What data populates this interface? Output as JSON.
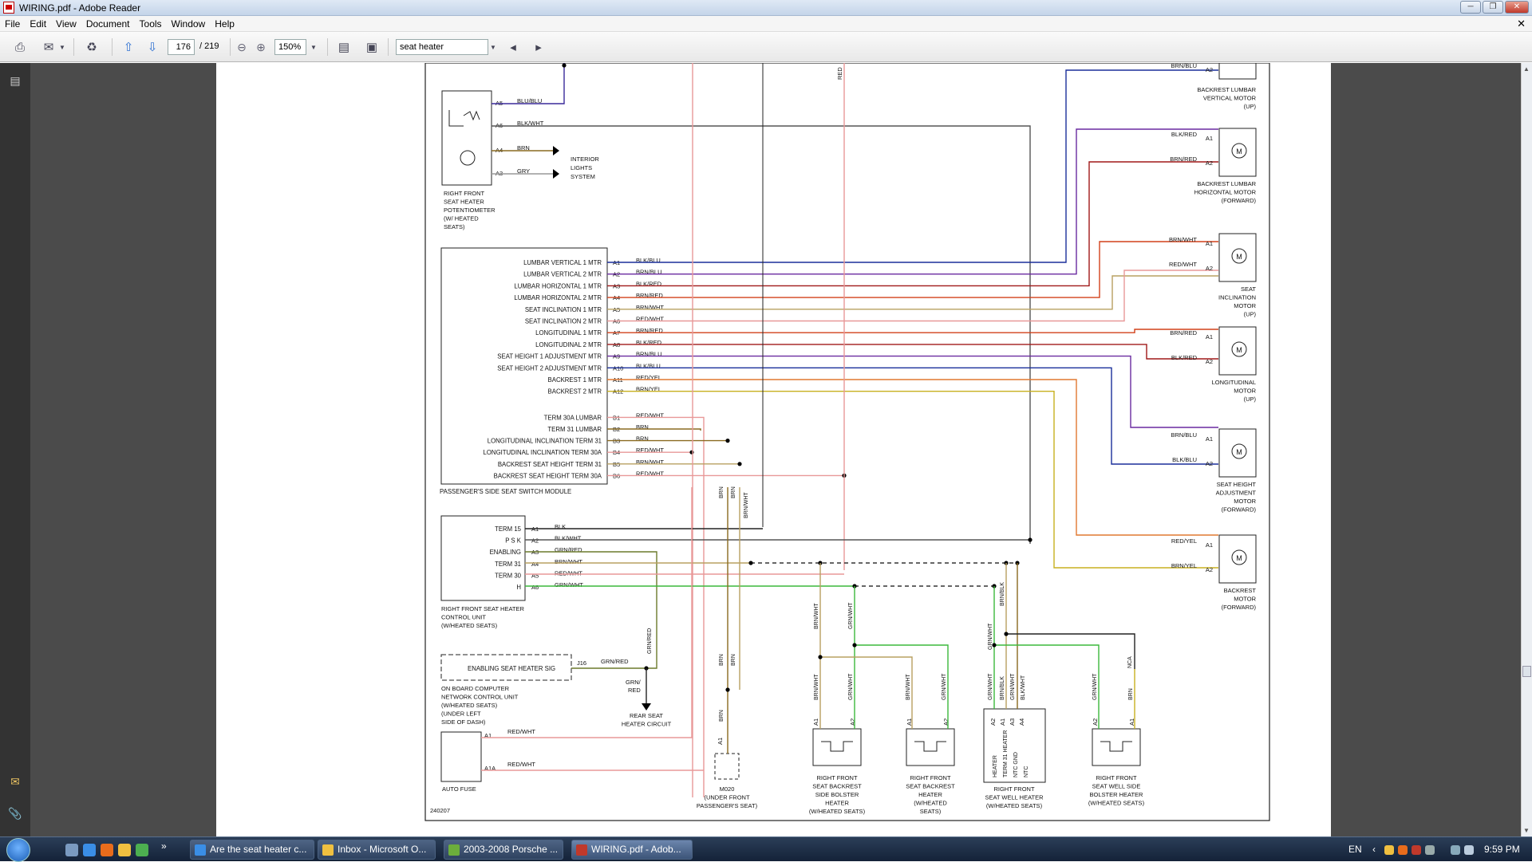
{
  "window": {
    "title": "WIRING.pdf - Adobe Reader"
  },
  "menu": [
    "File",
    "Edit",
    "View",
    "Document",
    "Tools",
    "Window",
    "Help"
  ],
  "toolbar": {
    "page_current": "176",
    "page_total": "/ 219",
    "zoom": "150%",
    "search": "seat heater"
  },
  "diagram": {
    "potentiometer": {
      "pins": [
        {
          "pin": "A5",
          "wire": "BLU/BLU"
        },
        {
          "pin": "A6",
          "wire": "BLK/WHT"
        },
        {
          "pin": "A4",
          "wire": "BRN"
        },
        {
          "pin": "A3",
          "wire": "GRY"
        }
      ],
      "interior": [
        "INTERIOR",
        "LIGHTS",
        "SYSTEM"
      ],
      "label": [
        "RIGHT FRONT",
        "SEAT HEATER",
        "POTENTIOMETER",
        "(W/ HEATED",
        "SEATS)"
      ]
    },
    "switch_module": {
      "label": "PASSENGER'S SIDE SEAT SWITCH MODULE",
      "rows": [
        {
          "name": "LUMBAR VERTICAL 1 MTR",
          "pin": "A1",
          "wire": "BLK/BLU",
          "color": "#1a2f9a"
        },
        {
          "name": "LUMBAR VERTICAL 2 MTR",
          "pin": "A2",
          "wire": "BRN/BLU",
          "color": "#6a2aa0"
        },
        {
          "name": "LUMBAR HORIZONTAL 1 MTR",
          "pin": "A3",
          "wire": "BLK/RED",
          "color": "#a01818"
        },
        {
          "name": "LUMBAR HORIZONTAL 2 MTR",
          "pin": "A4",
          "wire": "BRN/RED",
          "color": "#d2401a"
        },
        {
          "name": "SEAT INCLINATION 1 MTR",
          "pin": "A5",
          "wire": "BRN/WHT",
          "color": "#b8a060"
        },
        {
          "name": "SEAT INCLINATION 2 MTR",
          "pin": "A6",
          "wire": "RED/WHT",
          "color": "#e89898"
        },
        {
          "name": "LONGITUDINAL 1 MTR",
          "pin": "A7",
          "wire": "BRN/RED",
          "color": "#d2401a"
        },
        {
          "name": "LONGITUDINAL 2 MTR",
          "pin": "A8",
          "wire": "BLK/RED",
          "color": "#a01818"
        },
        {
          "name": "SEAT HEIGHT 1 ADJUSTMENT MTR",
          "pin": "A9",
          "wire": "BRN/BLU",
          "color": "#6a2aa0"
        },
        {
          "name": "SEAT HEIGHT 2 ADJUSTMENT MTR",
          "pin": "A10",
          "wire": "BLK/BLU",
          "color": "#1a2f9a"
        },
        {
          "name": "BACKREST 1 MTR",
          "pin": "A11",
          "wire": "RED/YEL",
          "color": "#e07830"
        },
        {
          "name": "BACKREST 2 MTR",
          "pin": "A12",
          "wire": "BRN/YEL",
          "color": "#c8b020"
        },
        {
          "name": "TERM 30A LUMBAR",
          "pin": "B1",
          "wire": "RED/WHT",
          "color": "#e89898"
        },
        {
          "name": "TERM 31 LUMBAR",
          "pin": "B2",
          "wire": "BRN",
          "color": "#8a6a20"
        },
        {
          "name": "LONGITUDINAL INCLINATION TERM 31",
          "pin": "B3",
          "wire": "BRN",
          "color": "#8a6a20"
        },
        {
          "name": "LONGITUDINAL INCLINATION TERM 30A",
          "pin": "B4",
          "wire": "RED/WHT",
          "color": "#e89898"
        },
        {
          "name": "BACKREST SEAT HEIGHT TERM 31",
          "pin": "B5",
          "wire": "BRN/WHT",
          "color": "#b8a060"
        },
        {
          "name": "BACKREST SEAT HEIGHT TERM 30A",
          "pin": "B6",
          "wire": "RED/WHT",
          "color": "#e89898"
        }
      ]
    },
    "motors": [
      {
        "wires": [
          "BRN/BLU"
        ],
        "pins": [
          "A2"
        ],
        "label": [
          "BACKREST LUMBAR",
          "VERTICAL MOTOR",
          "(UP)"
        ]
      },
      {
        "wires": [
          "BLK/RED",
          "BRN/RED"
        ],
        "pins": [
          "A1",
          "A2"
        ],
        "label": [
          "BACKREST LUMBAR",
          "HORIZONTAL MOTOR",
          "(FORWARD)"
        ]
      },
      {
        "wires": [
          "BRN/WHT",
          "RED/WHT"
        ],
        "pins": [
          "A1",
          "A2"
        ],
        "label": [
          "SEAT",
          "INCLINATION",
          "MOTOR",
          "(UP)"
        ]
      },
      {
        "wires": [
          "BRN/RED",
          "BLK/RED"
        ],
        "pins": [
          "A1",
          "A2"
        ],
        "label": [
          "LONGITUDINAL",
          "MOTOR",
          "(UP)"
        ]
      },
      {
        "wires": [
          "BRN/BLU",
          "BLK/BLU"
        ],
        "pins": [
          "A1",
          "A2"
        ],
        "label": [
          "SEAT HEIGHT",
          "ADJUSTMENT",
          "MOTOR",
          "(FORWARD)"
        ]
      },
      {
        "wires": [
          "RED/YEL",
          "BRN/YEL"
        ],
        "pins": [
          "A1",
          "A2"
        ],
        "label": [
          "BACKREST",
          "MOTOR",
          "(FORWARD)"
        ]
      }
    ],
    "motor_symbol": "M",
    "red_top_label": "RED",
    "control_unit": {
      "rows": [
        {
          "name": "TERM 15",
          "pin": "A1",
          "wire": "BLK"
        },
        {
          "name": "P S K",
          "pin": "A2",
          "wire": "BLK/WHT"
        },
        {
          "name": "ENABLING",
          "pin": "A3",
          "wire": "GRN/RED"
        },
        {
          "name": "TERM 31",
          "pin": "A4",
          "wire": "BRN/WHT"
        },
        {
          "name": "TERM 30",
          "pin": "A5",
          "wire": "RED/WHT"
        },
        {
          "name": "H",
          "pin": "A6",
          "wire": "GRN/WHT"
        }
      ],
      "label": [
        "RIGHT FRONT SEAT HEATER",
        "CONTROL UNIT",
        "(W/HEATED SEATS)"
      ]
    },
    "onboard": {
      "box": "ENABLING SEAT HEATER SIG",
      "pin": "J16",
      "wire": "GRN/RED",
      "label": [
        "ON BOARD COMPUTER",
        "NETWORK CONTROL UNIT",
        "(W/HEATED SEATS)",
        "(UNDER LEFT",
        "SIDE OF DASH)"
      ]
    },
    "rear": {
      "wire": [
        "GRN/",
        "RED"
      ],
      "label": [
        "REAR SEAT",
        "HEATER CIRCUIT"
      ]
    },
    "autofuse": {
      "pins": [
        {
          "pin": "A1",
          "wire": "RED/WHT"
        },
        {
          "pin": "A1A",
          "wire": "RED/WHT"
        }
      ],
      "label": "AUTO FUSE"
    },
    "m020": {
      "pin": "A1",
      "label": [
        "M020",
        "(UNDER FRONT",
        "PASSENGER'S SEAT)"
      ]
    },
    "vertical_wires": {
      "brn": "BRN",
      "brnwht": "BRN/WHT",
      "grnred": "GRN/RED",
      "brn_low": "BRN"
    },
    "heaters": [
      {
        "wires": [
          "BRN/WHT",
          "GRN/WHT"
        ],
        "pins": [
          "A1",
          "A2"
        ],
        "label": [
          "RIGHT FRONT",
          "SEAT BACKREST",
          "SIDE BOLSTER",
          "HEATER",
          "(W/HEATED SEATS)"
        ]
      },
      {
        "wires": [
          "BRN/WHT",
          "GRN/WHT"
        ],
        "pins": [
          "A1",
          "A2"
        ],
        "label": [
          "RIGHT FRONT",
          "SEAT BACKREST",
          "HEATER",
          "(W/HEATED",
          "SEATS)"
        ]
      },
      {
        "wires": [
          "GRN/WHT",
          "GRN/WHT",
          "BRN/BLK",
          "BLK/WHT",
          "GRN/WHT",
          "BLK/WHT"
        ],
        "pins": [
          "A2",
          "A1",
          "A3",
          "A4"
        ],
        "terms": [
          "HEATER",
          "TERM 31 HEATER",
          "NTC GND",
          "NTC"
        ],
        "label": [
          "RIGHT FRONT",
          "SEAT WELL HEATER",
          "(W/HEATED SEATS)"
        ]
      },
      {
        "wires": [
          "GRN/WHT",
          "BRN"
        ],
        "pins": [
          "A2",
          "A1"
        ],
        "label": [
          "RIGHT FRONT",
          "SEAT WELL SIDE",
          "BOLSTER HEATER",
          "(W/HEATED SEATS)"
        ]
      }
    ],
    "nca": "NCA",
    "figure_id": "240207"
  },
  "taskbar": {
    "buttons": [
      "Are the seat heater c...",
      "Inbox - Microsoft O...",
      "2003-2008 Porsche ...",
      "WIRING.pdf - Adob..."
    ],
    "lang": "EN",
    "clock": "9:59 PM"
  }
}
